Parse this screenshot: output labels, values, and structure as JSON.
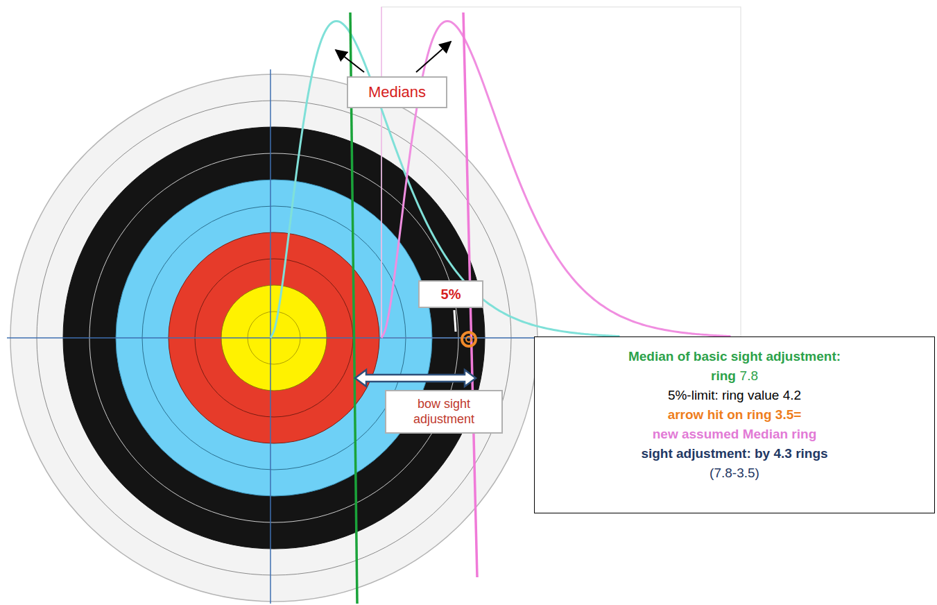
{
  "diagram": {
    "nodes": [
      {
        "text": [
          "Medians"
        ]
      },
      {
        "text": [
          "5%"
        ]
      },
      {
        "text": [
          "bow sight adjustment"
        ]
      },
      {
        "text": [
          "Median of basic sight adjustment:",
          "ring",
          "7.8",
          "5%-limit: ring value 4.2",
          "arrow hit on ring 3.5=",
          "new assumed Median ring",
          "sight adjustment: by 4.3 rings",
          "(7.8-3.5)"
        ]
      }
    ]
  }
}
